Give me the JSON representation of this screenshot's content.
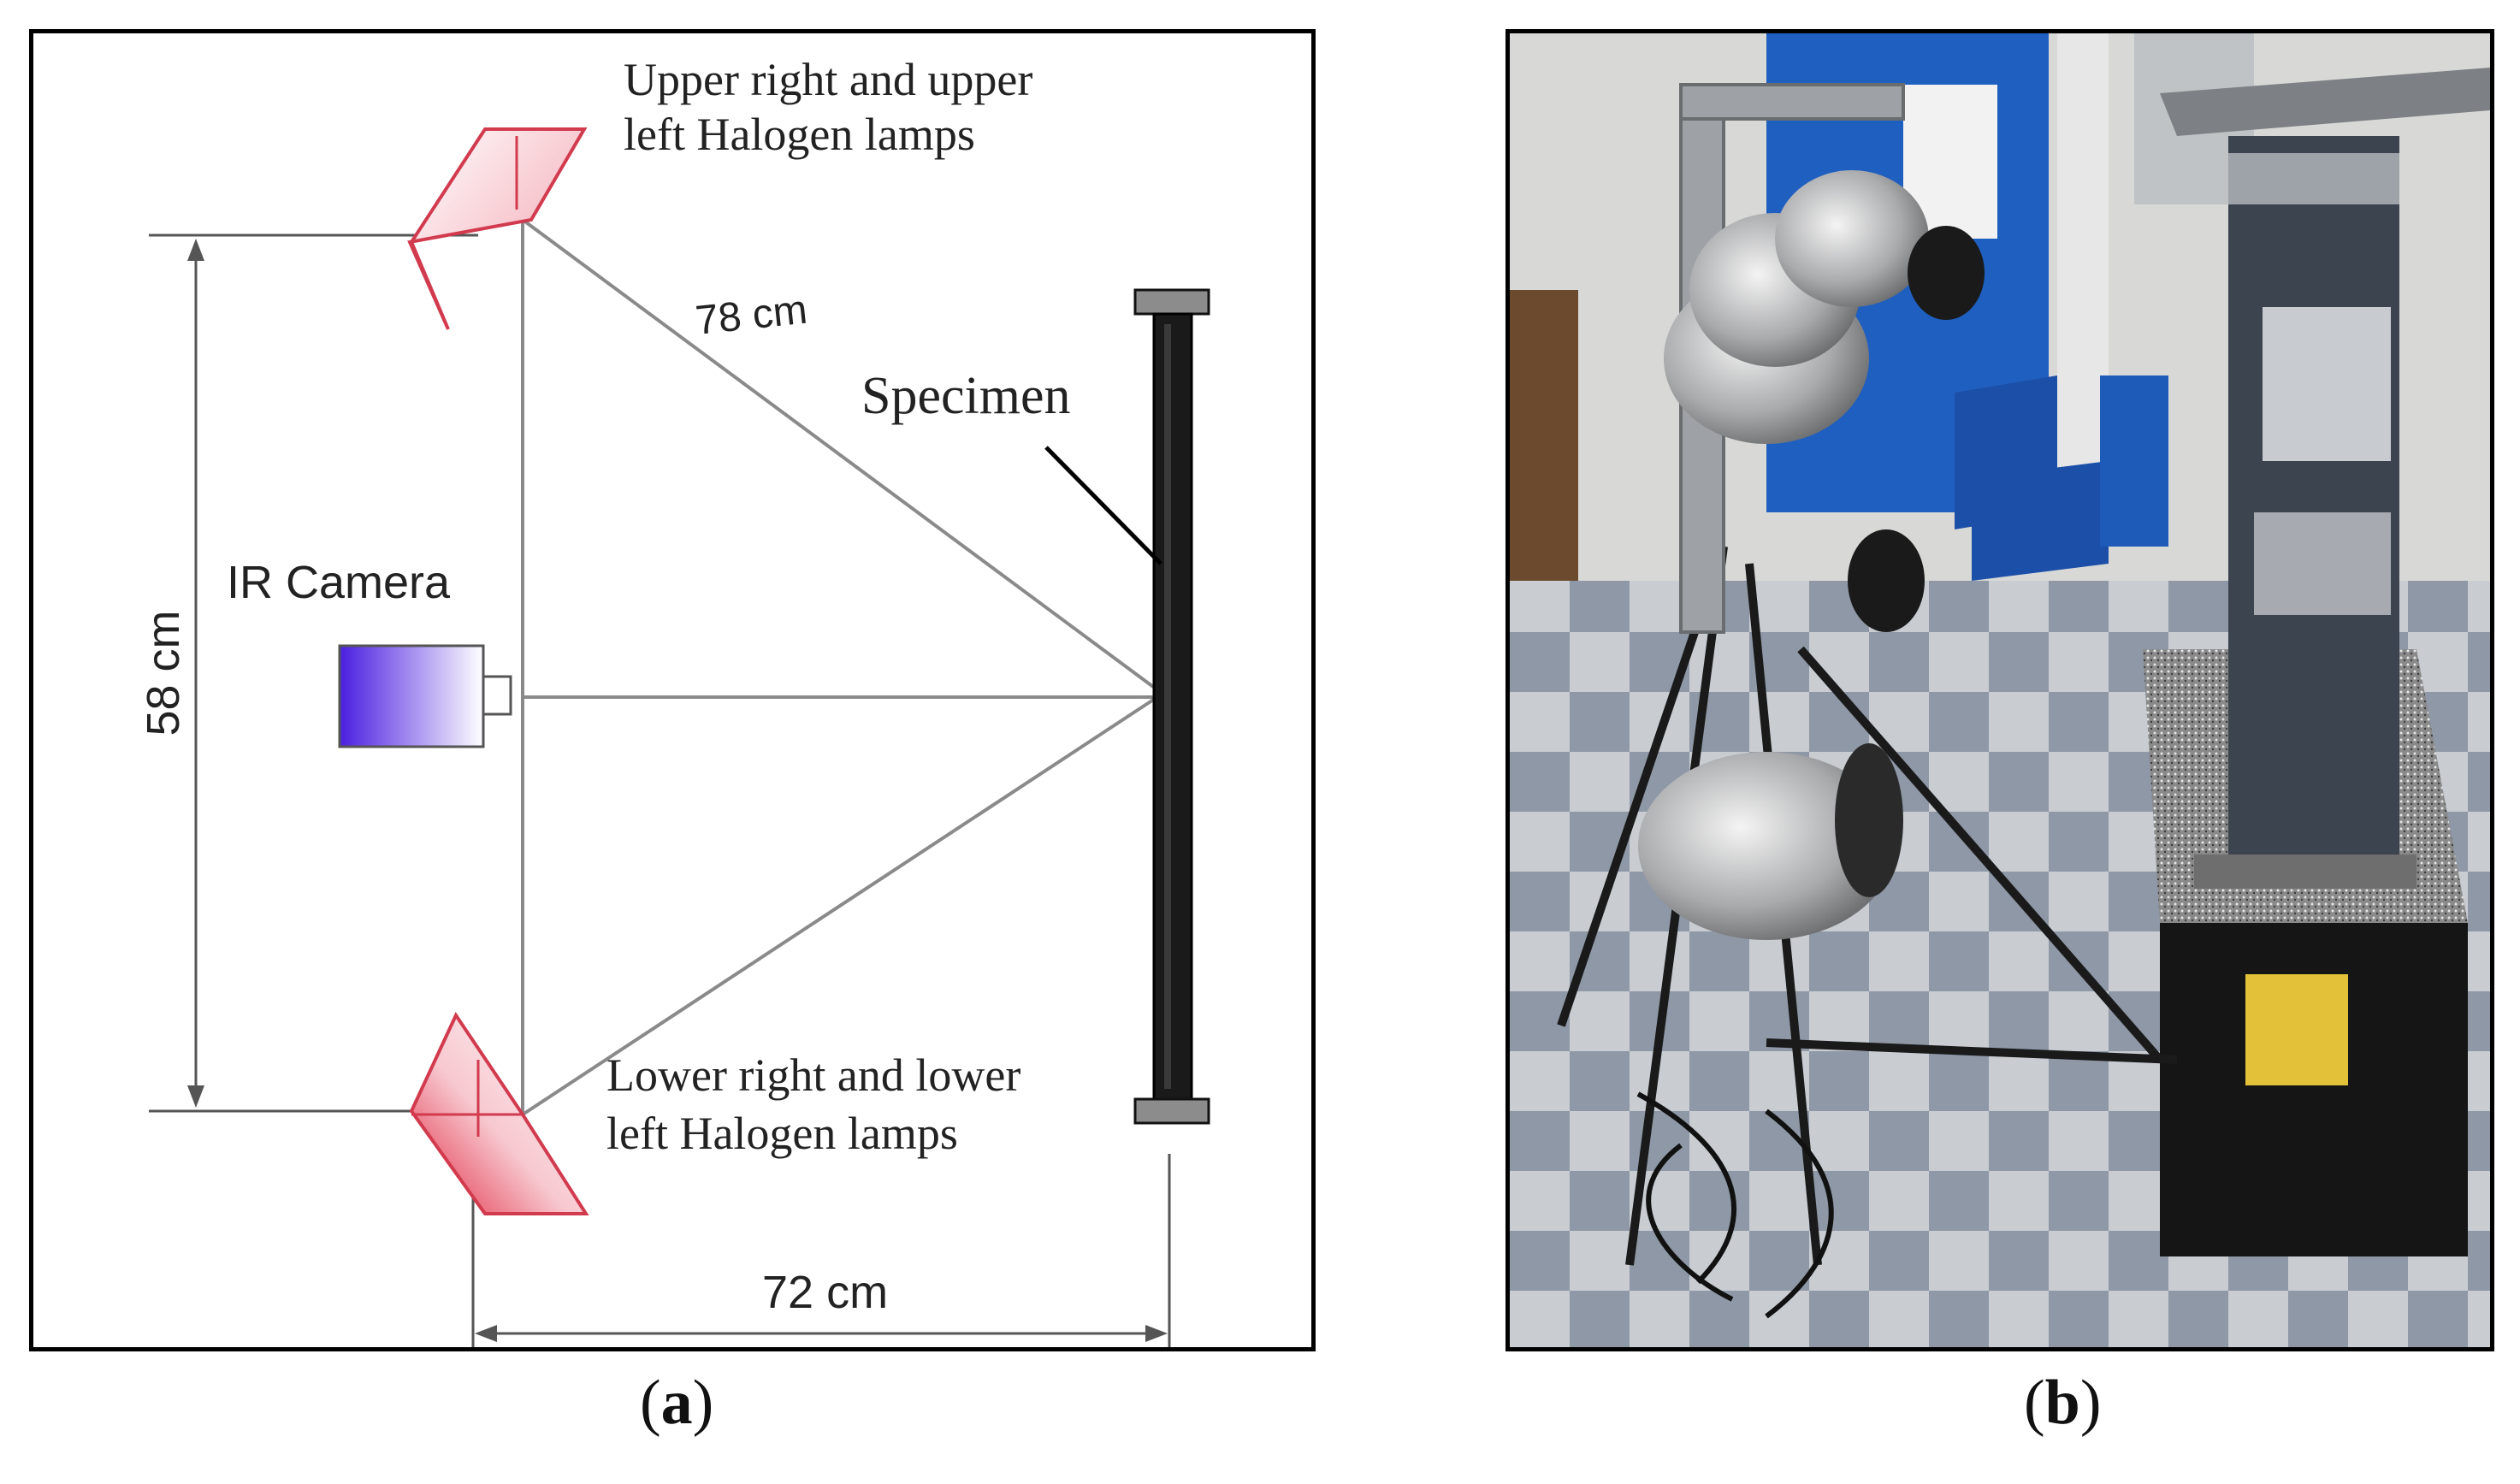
{
  "panel_a": {
    "upper_lamps_label_line1": "Upper right and upper",
    "upper_lamps_label_line2": "left Halogen lamps",
    "lower_lamps_label_line1": "Lower right and lower",
    "lower_lamps_label_line2": "left Halogen lamps",
    "camera_label": "IR Camera",
    "specimen_label": "Specimen",
    "diagonal_distance": "78 cm",
    "vertical_distance": "58 cm",
    "horizontal_distance": "72 cm",
    "caption": "a"
  },
  "panel_b": {
    "caption": "b"
  },
  "colors": {
    "lamp_red": "#e0203a",
    "camera_purple": "#4a1ee0",
    "line_gray": "#8a8a8a",
    "specimen_dark": "#1a1a1a",
    "specimen_cap": "#8c8c8c"
  }
}
